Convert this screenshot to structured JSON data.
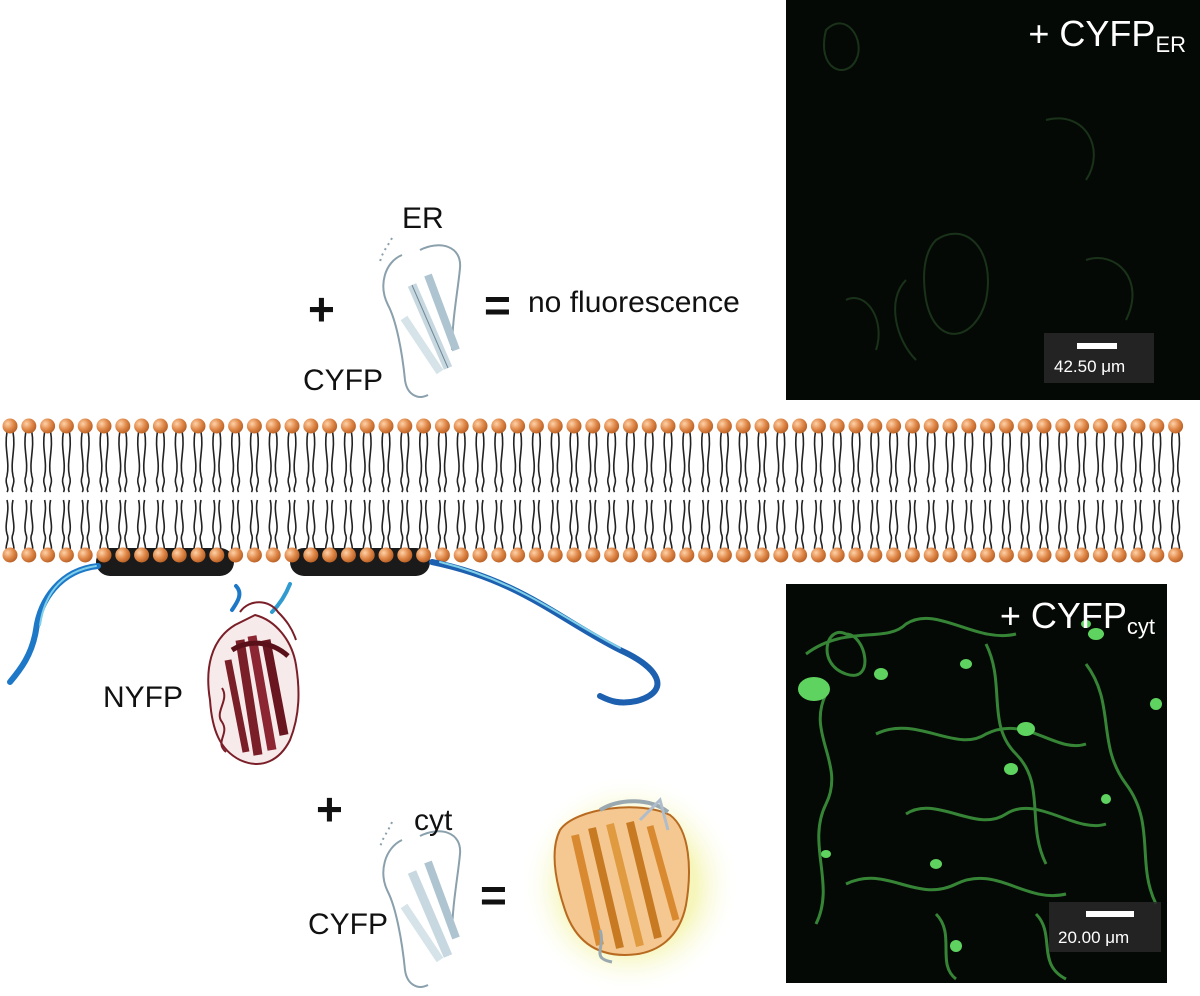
{
  "top_diagram": {
    "plus": "+",
    "equals": "=",
    "ER_label": "ER",
    "CYFP_label": "CYFP",
    "result": "no fluorescence"
  },
  "bottom_diagram": {
    "NYFP_label": "NYFP",
    "plus": "+",
    "equals": "=",
    "cyt_label": "cyt",
    "CYFP_label": "CYFP"
  },
  "panels": {
    "top": {
      "title_main": "+ CYFP",
      "title_sub": "ER",
      "scale_label": "42.50 μm",
      "fluorescence": "dim"
    },
    "bottom": {
      "title_main": "+ CYFP",
      "title_sub": "cyt",
      "scale_label": "20.00 μm",
      "fluorescence": "bright"
    }
  },
  "colors": {
    "lipid_head": "#e0894a",
    "lipid_tail": "#222222",
    "anchor": "#1a1a1a",
    "strand_blue": "#1e78c8",
    "nyfp": "#7a1e28",
    "cyfp": "#c8d8e0",
    "reconstituted": "#d98a30",
    "glow": "#f2f2a0",
    "green_signal": "#5fd35f",
    "panel_bg": "#050905"
  }
}
